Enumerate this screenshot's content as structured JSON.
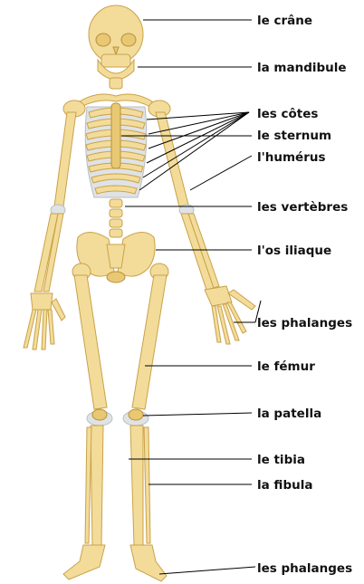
{
  "labels": {
    "crane": "le crâne",
    "mandibule": "la mandibule",
    "cotes": "les côtes",
    "sternum": "le sternum",
    "humerus": "l'humérus",
    "vertebres": "les vertèbres",
    "os_iliaque": "l'os iliaque",
    "phalanges_main": "les phalanges",
    "femur": "le fémur",
    "patella": "la patella",
    "tibia": "le tibia",
    "fibula": "la fibula",
    "phalanges_pied": "les phalanges"
  },
  "colors": {
    "bone": "#f3dc9a",
    "bone_outline": "#c9a24a",
    "cartilage": "#dfe3e6",
    "leader": "#000000"
  }
}
